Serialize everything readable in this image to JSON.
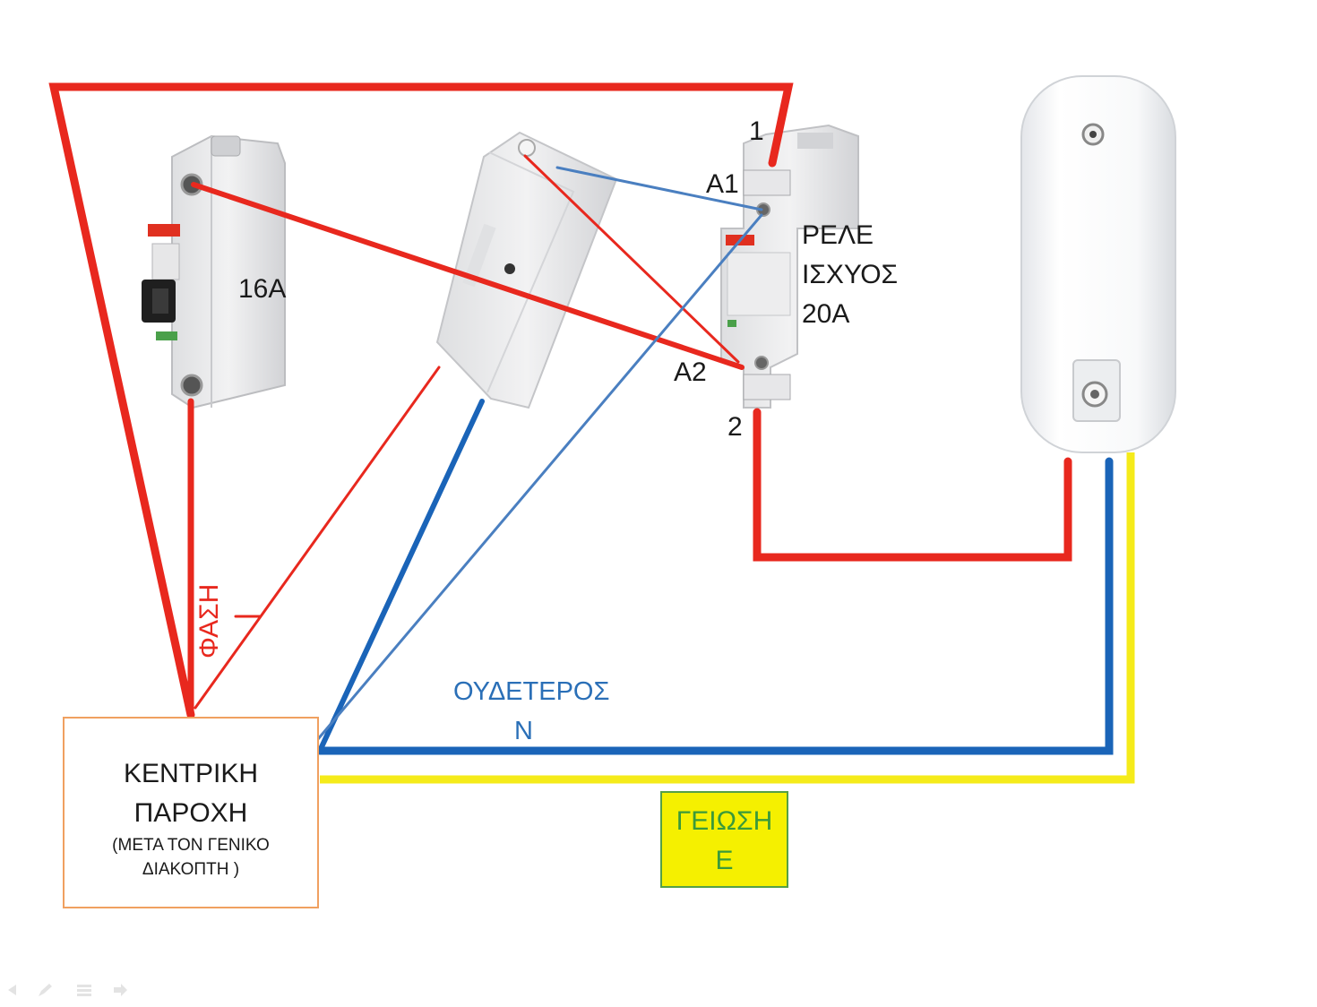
{
  "labels": {
    "breaker_rating": "16A",
    "relay_terminal_1": "1",
    "relay_terminal_2": "2",
    "relay_coil_a1": "A1",
    "relay_coil_a2": "A2",
    "relay_title_line1": "ΡΕΛΕ",
    "relay_title_line2": "ΙΣΧΥΟΣ",
    "relay_title_line3": "20A",
    "phase": "ΦΑΣΗ",
    "neutral_line1": "ΟΥΔΕΤΕΡΟΣ",
    "neutral_line2": "N"
  },
  "supply_box": {
    "line1": "ΚΕΝΤΡΙΚΗ",
    "line2": "ΠΑΡΟΧΗ",
    "note_line1": "(ΜΕΤΑ ΤΟΝ ΓΕΝΙΚΟ",
    "note_line2": "ΔΙΑΚΟΠΤΗ )"
  },
  "earth_box": {
    "line1": "ΓΕΙΩΣΗ",
    "line2": "E"
  },
  "wire_colors": {
    "phase": "#e8281e",
    "neutral": "#1a64b8",
    "neutral_thin": "#4a7fc0",
    "earth": "#f5eb1a",
    "supply_border": "#f0a060",
    "earth_box_fill": "#f5f000",
    "earth_box_border": "#55a045"
  },
  "icons": {
    "breaker": "circuit-breaker-icon",
    "smart_switch": "smart-switch-icon",
    "relay": "contactor-relay-icon",
    "water_heater": "water-heater-icon"
  }
}
